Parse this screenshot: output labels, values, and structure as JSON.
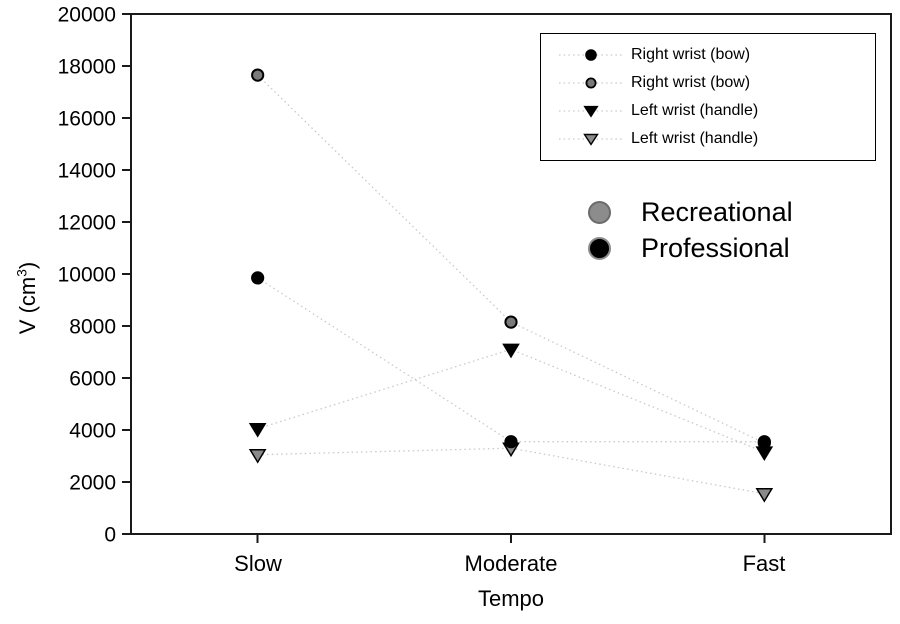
{
  "chart_data": {
    "type": "scatter",
    "title": "",
    "xlabel": "Tempo",
    "ylabel": {
      "main": "V (cm",
      "sup": "3",
      "close": ")"
    },
    "categories": [
      "Slow",
      "Moderate",
      "Fast"
    ],
    "ylim": [
      0,
      20000
    ],
    "yticks": [
      0,
      2000,
      4000,
      6000,
      8000,
      10000,
      12000,
      14000,
      16000,
      18000,
      20000
    ],
    "grid": false,
    "legend_position": "top-right-inside",
    "line_style": "dotted",
    "line_color": "#c9c9c9",
    "frame_color": "#1a1a1a",
    "marker_colors": {
      "black": "#000000",
      "gray": "#7a7a7a"
    },
    "series": [
      {
        "label": "Right wrist (bow)",
        "group": "Professional",
        "marker": "circle",
        "color": "#000000",
        "values": [
          9850,
          3550,
          3550
        ]
      },
      {
        "label": "Right wrist (bow)",
        "group": "Recreational",
        "marker": "circle",
        "color": "#7a7a7a",
        "values": [
          17650,
          8150,
          3500
        ]
      },
      {
        "label": "Left wrist (handle)",
        "group": "Professional",
        "marker": "triangle-down",
        "color": "#000000",
        "values": [
          4050,
          7100,
          3150
        ]
      },
      {
        "label": "Left wrist (handle)",
        "group": "Recreational",
        "marker": "triangle-down",
        "color": "#8a8a8a",
        "values": [
          3050,
          3300,
          1550
        ]
      }
    ],
    "groups": [
      {
        "label": "Recreational",
        "color": "#8c8c8c"
      },
      {
        "label": "Professional",
        "color": "#000000"
      }
    ]
  }
}
